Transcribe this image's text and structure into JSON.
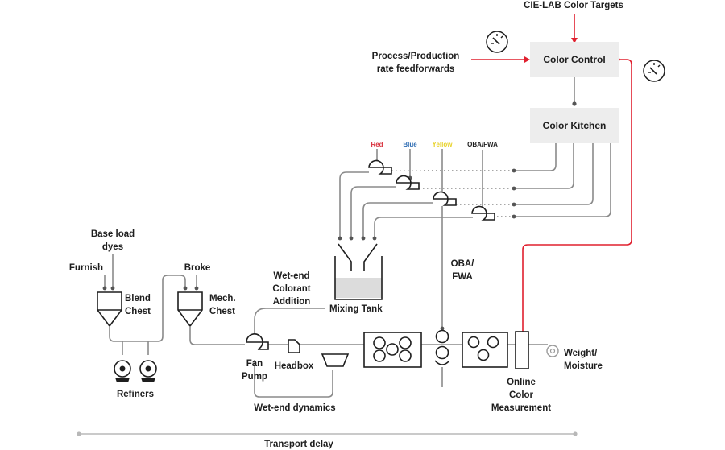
{
  "labels": {
    "cie_lab": "CIE-LAB Color Targets",
    "process_line1": "Process/Production",
    "process_line2": "rate feedforwards",
    "color_control": "Color Control",
    "color_kitchen": "Color Kitchen",
    "red": "Red",
    "blue": "Blue",
    "yellow": "Yellow",
    "oba_fwa_small": "OBA/FWA",
    "base_load_line1": "Base load",
    "base_load_line2": "dyes",
    "furnish": "Furnish",
    "blend_line1": "Blend",
    "blend_line2": "Chest",
    "broke": "Broke",
    "mech_line1": "Mech.",
    "mech_line2": "Chest",
    "wetend_line1": "Wet-end",
    "wetend_line2": "Colorant",
    "wetend_line3": "Addition",
    "mixing_tank": "Mixing Tank",
    "oba_line1": "OBA/",
    "oba_line2": "FWA",
    "refiners": "Refiners",
    "fan_line1": "Fan",
    "fan_line2": "Pump",
    "headbox": "Headbox",
    "wetend_dynamics": "Wet-end dynamics",
    "online_line1": "Online",
    "online_line2": "Color",
    "online_line3": "Measurement",
    "weight_line1": "Weight/",
    "weight_line2": "Moisture",
    "transport_delay": "Transport delay"
  },
  "colors": {
    "red_line": "#e0202f",
    "gray_line": "#8a8a8a",
    "box_fill": "#ededed",
    "red_label": "#d9333f",
    "blue_label": "#2f6db3",
    "yellow_label": "#e8d22a"
  },
  "icons": [
    "gauge-icon",
    "pump-icon",
    "refiner-icon",
    "chest-icon",
    "tank-icon",
    "press-roll-icon",
    "reel-icon"
  ]
}
